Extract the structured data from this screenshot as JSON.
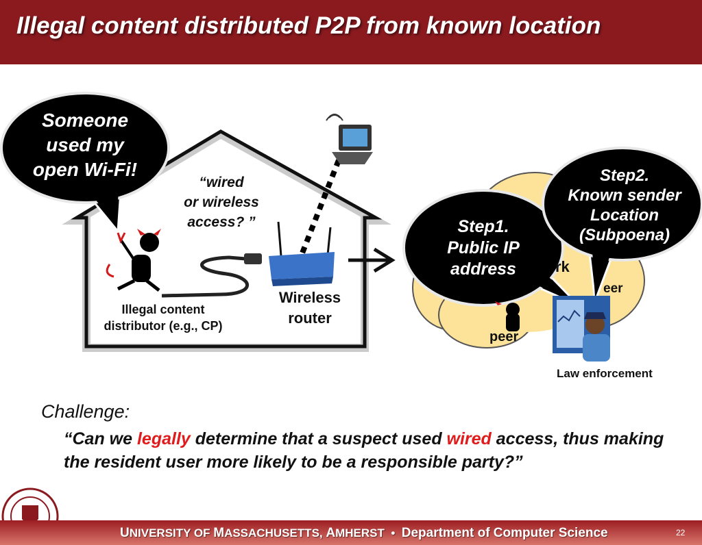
{
  "slide": {
    "title": "Illegal content distributed P2P from known location",
    "page_number": "22"
  },
  "bubbles": {
    "wifi": [
      "Someone",
      "used  my",
      "open Wi-Fi!"
    ],
    "step1": [
      "Step1.",
      "Public IP",
      "address"
    ],
    "step2": [
      "Step2.",
      "Known sender",
      "Location",
      "(Subpoena)"
    ]
  },
  "labels": {
    "access": [
      "“wired",
      "or wireless",
      "access? ”"
    ],
    "distributor": [
      "Illegal content",
      "distributor (e.g., CP)"
    ],
    "router": [
      "Wireless",
      "router"
    ],
    "peer_bottom": "peer",
    "peer_right": "eer",
    "network_fragment": "rk",
    "law": "Law enforcement"
  },
  "challenge": {
    "heading": "Challenge:",
    "part1": "“Can we ",
    "legally": "legally",
    "part2": " determine that a suspect used ",
    "wired": "wired",
    "part3": " access, thus making the resident user more likely to be a responsible party?”"
  },
  "footer": {
    "u": "U",
    "niversity": "NIVERSITY OF ",
    "m": "M",
    "assachusetts": "ASSACHUSETTS, ",
    "a": "A",
    "mherst": "MHERST",
    "separator": "  •  ",
    "department": "Department of Computer Science"
  },
  "colors": {
    "title_bar": "#8b1a1f",
    "cloud": "#fde39a",
    "bubble": "#000000",
    "emphasis": "#e01b1b"
  },
  "icons": [
    "devil-icon",
    "laptop-icon",
    "router-icon",
    "police-officer-icon",
    "umass-seal-icon",
    "arrow-right-icon"
  ]
}
